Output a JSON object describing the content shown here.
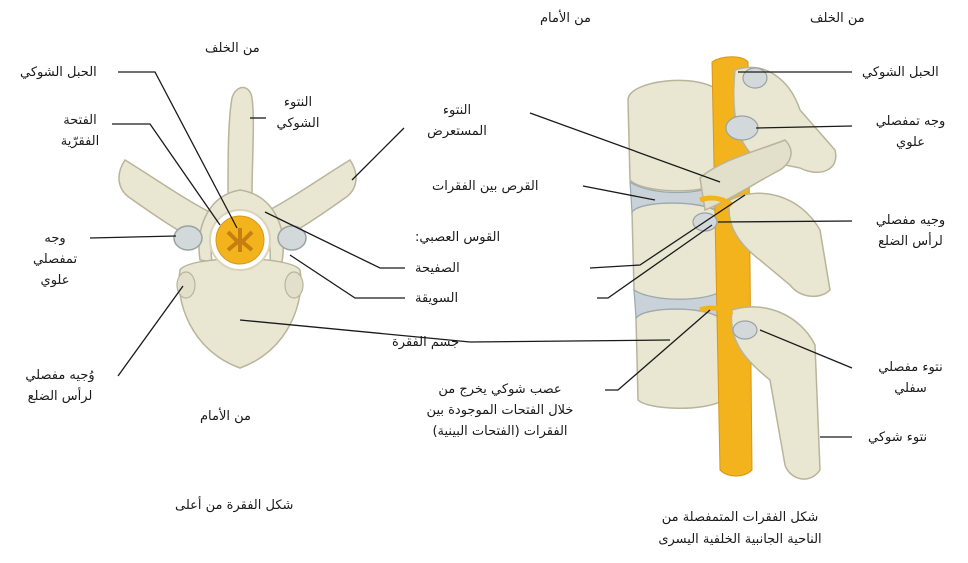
{
  "colors": {
    "bone": "#e9e6d2",
    "bone_dark": "#cfcbb2",
    "bone_shadow": "#b9b49a",
    "disc": "#c9d2d8",
    "cord": "#f2b31d",
    "canal_ring": "#ffffff",
    "line": "#1a1a1a"
  },
  "left_view": {
    "view_back": "من الخلف",
    "view_front": "من الأمام",
    "spinal_cord": "الحبل الشوكي",
    "vertebral_foramen_1": "الفتحة",
    "vertebral_foramen_2": "الفقرّية",
    "spinous_process_1": "النتوء",
    "spinous_process_2": "الشوكي",
    "sup_facet_1": "وجه",
    "sup_facet_2": "تمفصلي",
    "sup_facet_3": "علوي",
    "rib_facet_1": "وُجيه مفصلي",
    "rib_facet_2": "لرأس الضلع",
    "caption": "شكل الفقرة من أعلى"
  },
  "center_labels": {
    "transverse_process_1": "النتوء",
    "transverse_process_2": "المستعرض",
    "intervertebral_disc": "القرص بين الفقرات",
    "neural_arch": "القوس العصبي:",
    "lamina": "الصفيحة",
    "pedicle": "السويقة",
    "vertebral_body": "جسم الفقرة",
    "spinal_nerve_1": "عصب شوكي يخرج من",
    "spinal_nerve_2": "خلال الفتحات الموجودة بين",
    "spinal_nerve_3": "الفقرات (الفتحات البينية)"
  },
  "right_view": {
    "view_front": "من الأمام",
    "view_back": "من الخلف",
    "spinal_cord": "الحبل الشوكي",
    "sup_facet_1": "وجه تمفصلي",
    "sup_facet_2": "علوي",
    "rib_facet_1": "وجيه مفصلي",
    "rib_facet_2": "لرأس الضلع",
    "inf_process_1": "نتوء مفصلي",
    "inf_process_2": "سفلي",
    "spinous_process": "نتوء شوكي",
    "caption_1": "شكل الفقرات المتمفصلة من",
    "caption_2": "الناحية الجانبية الخلفية اليسرى"
  }
}
